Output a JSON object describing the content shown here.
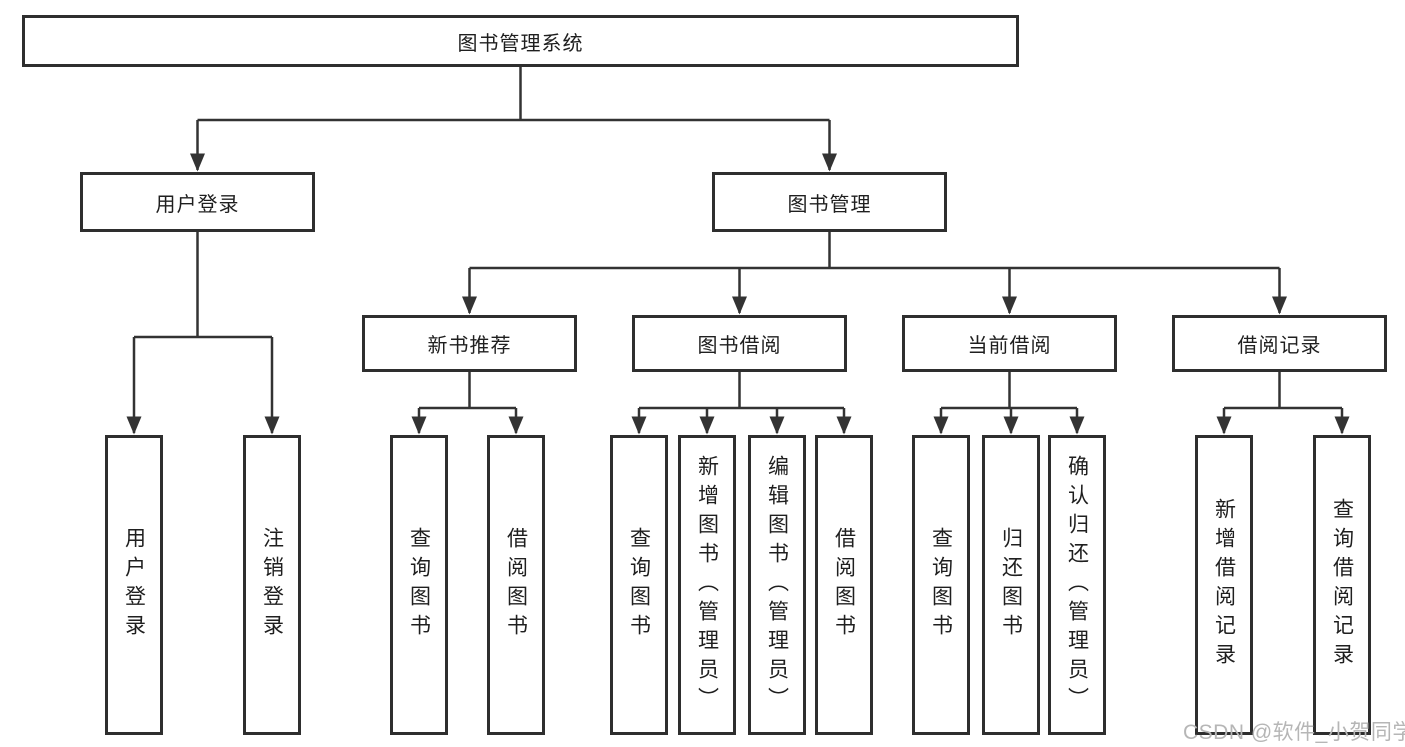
{
  "tree": {
    "root": "图书管理系统",
    "children": [
      {
        "label": "用户登录",
        "children": [
          "用户登录",
          "注销登录"
        ]
      },
      {
        "label": "图书管理",
        "children": [
          {
            "label": "新书推荐",
            "children": [
              "查询图书",
              "借阅图书"
            ]
          },
          {
            "label": "图书借阅",
            "children": [
              "查询图书",
              "新增图书（管理员）",
              "编辑图书（管理员）",
              "借阅图书"
            ]
          },
          {
            "label": "当前借阅",
            "children": [
              "查询图书",
              "归还图书",
              "确认归还（管理员）"
            ]
          },
          {
            "label": "借阅记录",
            "children": [
              "新增借阅记录",
              "查询借阅记录"
            ]
          }
        ]
      }
    ]
  },
  "watermark": {
    "text": "CSDN @软件_小贺同学"
  },
  "colors": {
    "line": "#333333",
    "box_border": "#2e2e2e",
    "text": "#1f1f1f",
    "background": "#ffffff",
    "watermark": "#b6b6b6"
  }
}
